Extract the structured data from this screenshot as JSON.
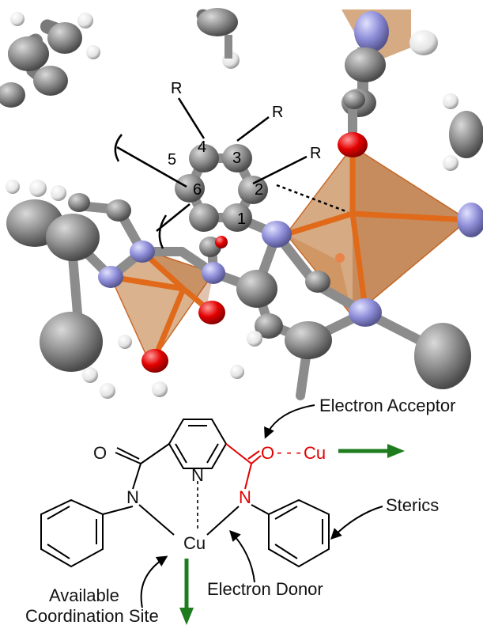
{
  "crystal_structure": {
    "substituent_labels": [
      "R",
      "R",
      "R"
    ],
    "ring_position_labels": [
      "1",
      "2",
      "3",
      "4",
      "5",
      "6"
    ]
  },
  "schematic": {
    "atoms": {
      "carbonyl_oxygen_left": "O",
      "pyridine_nitrogen": "N",
      "amide_nitrogen_left": "N",
      "amide_nitrogen_right": "N",
      "metal_center": "Cu",
      "bridging_carbonyl": "O",
      "bridging_dash": "- - -",
      "bridging_metal": "Cu"
    },
    "annotations": {
      "electron_acceptor": "Electron Acceptor",
      "sterics": "Sterics",
      "electron_donor": "Electron Donor",
      "available_site_line1": "Available",
      "available_site_line2": "Coordination Site"
    }
  },
  "colors": {
    "carbon_gray": "#7f7f7f",
    "nitrogen_blue": "#8e8ed9",
    "oxygen_red": "#e30000",
    "copper_orange": "#d2691e",
    "polyhedron_fill": "#b5651d",
    "hydrogen_white": "#f0f0f0",
    "highlight_red": "#e20000",
    "arrow_green": "#1e7b1e"
  }
}
